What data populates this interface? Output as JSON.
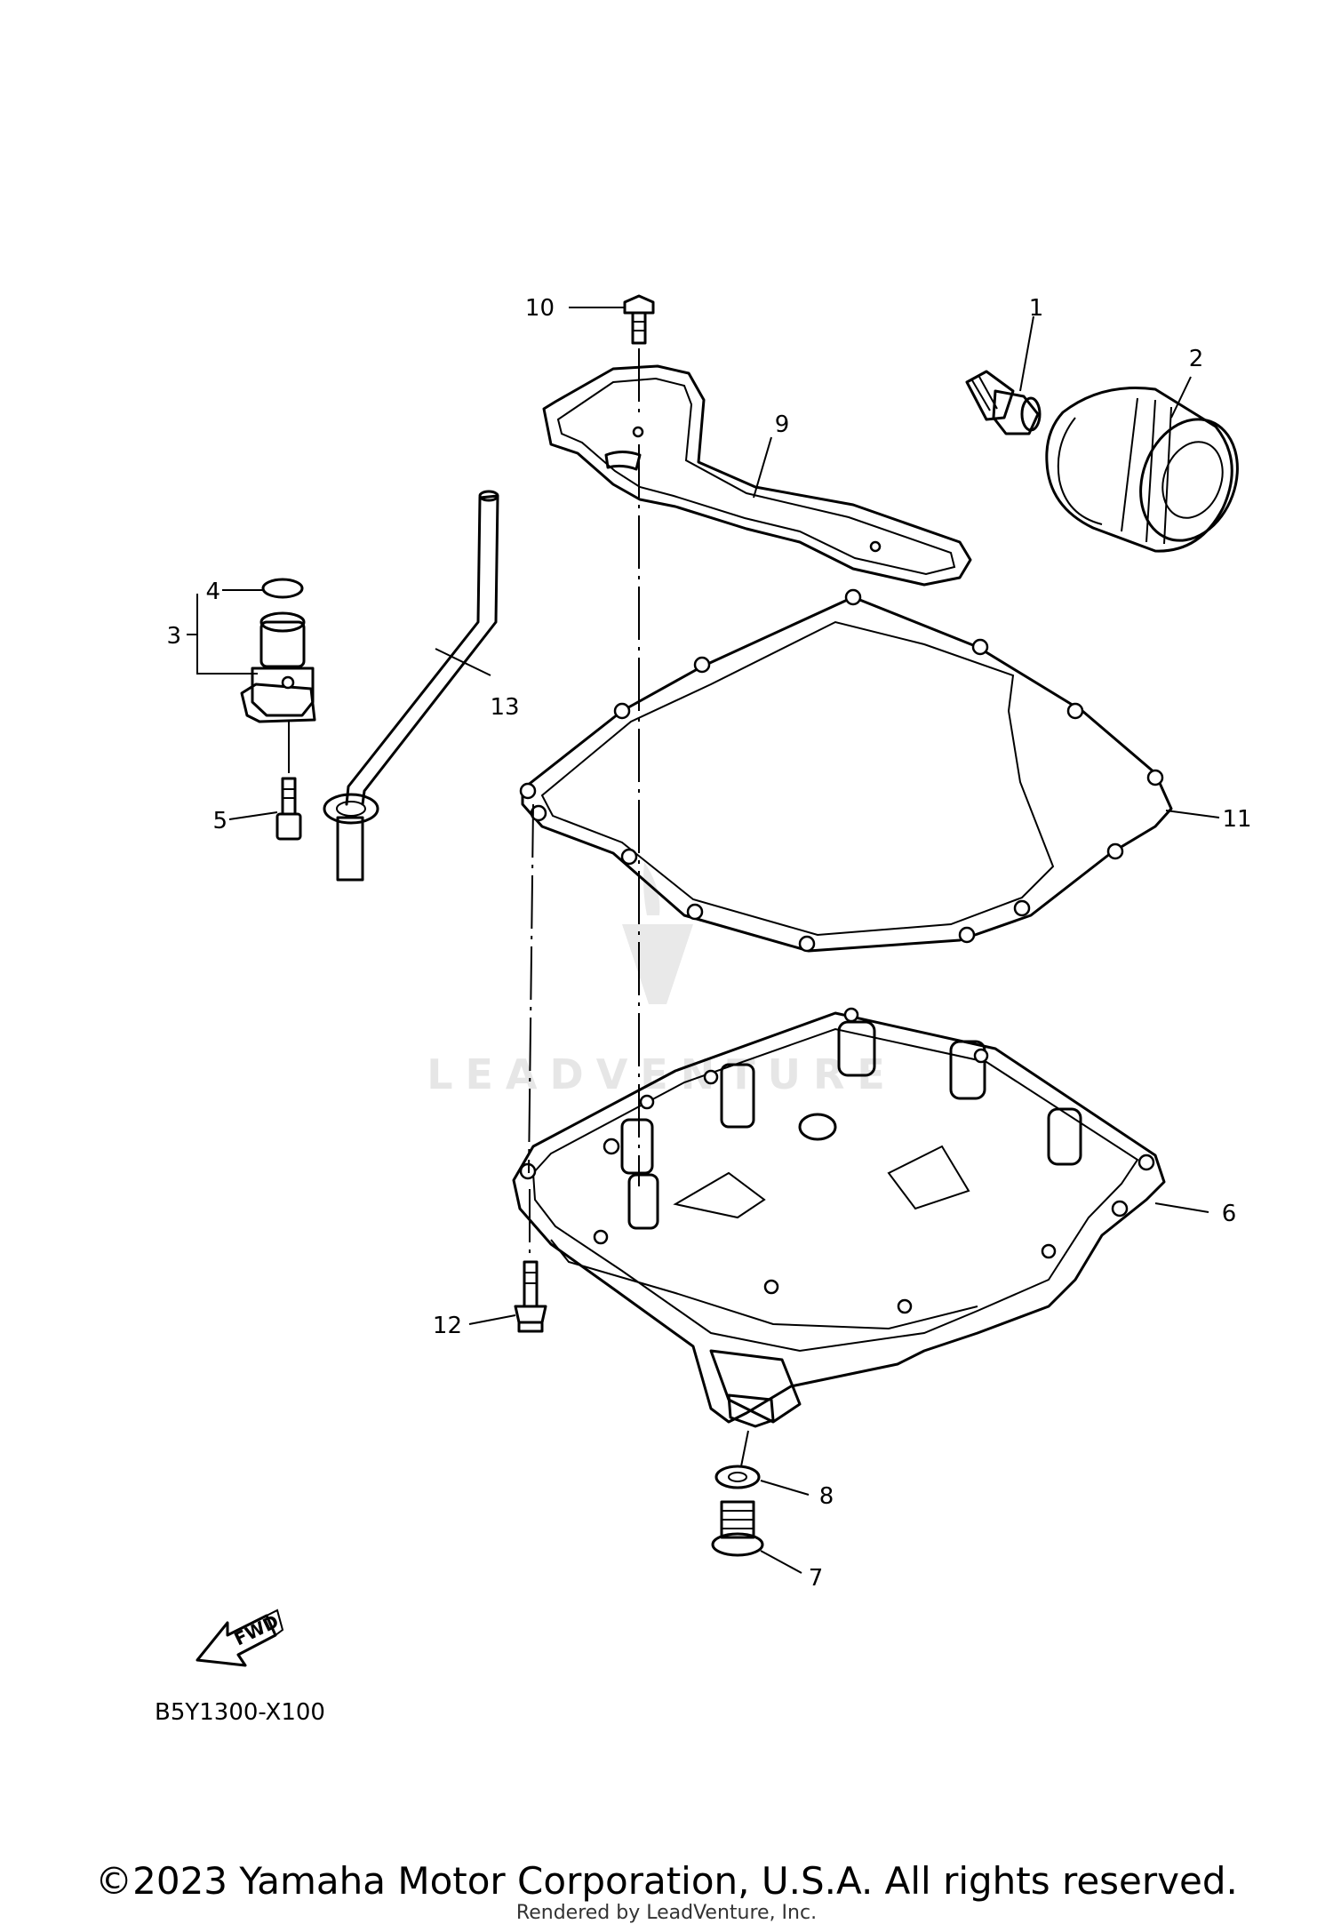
{
  "diagram": {
    "callouts": [
      "1",
      "2",
      "3",
      "4",
      "5",
      "6",
      "7",
      "8",
      "9",
      "10",
      "11",
      "12",
      "13"
    ],
    "direction_label": "FWD",
    "diagram_code": "B5Y1300-X100",
    "watermark_text": "LEADVENTURE"
  },
  "footer": {
    "copyright": "©2023 Yamaha Motor Corporation, U.S.A. All rights reserved.",
    "rendered_by": "Rendered by LeadVenture, Inc."
  }
}
